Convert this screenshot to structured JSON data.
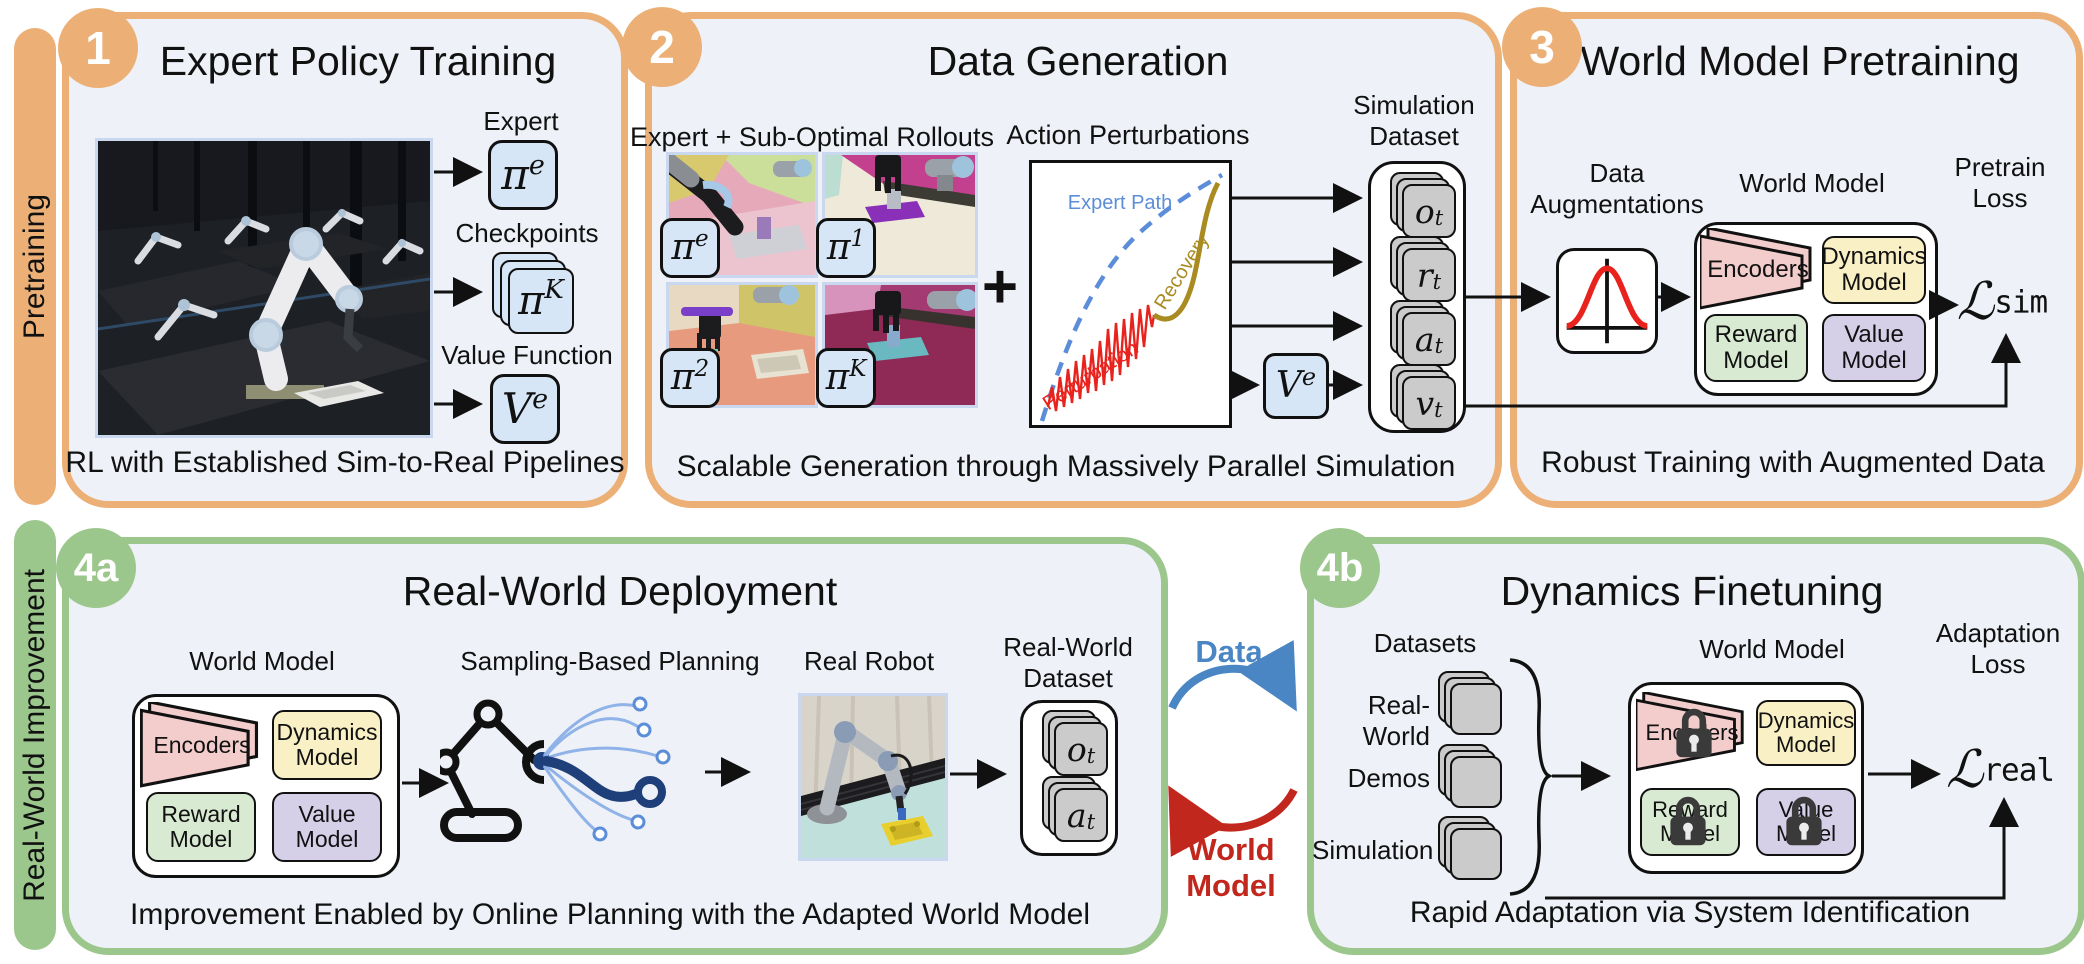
{
  "colors": {
    "panel_fill": "#eef1f7",
    "orange": "#ecb077",
    "green": "#9cc78c",
    "chip_blue": "#d6e6f6",
    "box_pink": "#f2cdcb",
    "box_yellow": "#faf0c5",
    "box_green": "#d9ead3",
    "box_purple": "#d5cfe8",
    "grey_item": "#cbcbcb",
    "expert_path_blue": "#5b8dd9",
    "recovery_gold": "#a98b21",
    "perturbation_red": "#e8231d",
    "cycle_blue": "#4a86c4",
    "cycle_red": "#c2271d"
  },
  "sidebar": {
    "top": "Pretraining",
    "bottom": "Real-World Improvement"
  },
  "cycle": {
    "data": "Data",
    "world_model": "World\nModel"
  },
  "world_model": {
    "encoders": "Encoders",
    "dynamics": "Dynamics\nModel",
    "reward": "Reward\nModel",
    "value": "Value\nModel"
  },
  "panel1": {
    "badge": "1",
    "title": "Expert Policy Training",
    "caption": "RL with Established Sim-to-Real Pipelines",
    "outputs": [
      {
        "label": "Expert",
        "sym": "π",
        "sup": "e"
      },
      {
        "label": "Checkpoints",
        "sym": "π",
        "sup": "K"
      },
      {
        "label": "Value Function",
        "sym": "V",
        "sup": "e"
      }
    ]
  },
  "panel2": {
    "badge": "2",
    "title": "Data Generation",
    "caption": "Scalable Generation through Massively Parallel Simulation",
    "rollouts_label": "Expert + Sub-Optimal Rollouts",
    "plus": "+",
    "perturb_label": "Action Perturbations",
    "plot": {
      "expert_path": "Expert Path",
      "recovery": "Recovery",
      "perturbation": "Perturbation"
    },
    "chips": [
      {
        "sym": "π",
        "sup": "e"
      },
      {
        "sym": "π",
        "sup": "1"
      },
      {
        "sym": "π",
        "sup": "2"
      },
      {
        "sym": "π",
        "sup": "K"
      }
    ],
    "value_chip": {
      "sym": "V",
      "sup": "e"
    },
    "dataset_label": "Simulation\nDataset",
    "items": [
      {
        "sym": "o",
        "sub": "t"
      },
      {
        "sym": "r",
        "sub": "t"
      },
      {
        "sym": "a",
        "sub": "t"
      },
      {
        "sym": "v",
        "sub": "t"
      }
    ]
  },
  "panel3": {
    "badge": "3",
    "title": "World Model Pretraining",
    "caption": "Robust Training with Augmented Data",
    "aug_label": "Data\nAugmentations",
    "wm_label": "World Model",
    "loss_label": "Pretrain\nLoss",
    "loss": {
      "script": "ℒ",
      "sup": "sim"
    }
  },
  "panel4a": {
    "badge": "4a",
    "title": "Real-World Deployment",
    "caption": "Improvement Enabled by Online Planning with the Adapted World Model",
    "wm_label": "World Model",
    "planning_label": "Sampling-Based Planning",
    "robot_label": "Real Robot",
    "dataset_label": "Real-World\nDataset",
    "items": [
      {
        "sym": "o",
        "sub": "t"
      },
      {
        "sym": "a",
        "sub": "t"
      }
    ]
  },
  "panel4b": {
    "badge": "4b",
    "title": "Dynamics Finetuning",
    "caption": "Rapid Adaptation via System Identification",
    "datasets_label": "Datasets",
    "rows": [
      "Real-World",
      "Demos",
      "Simulation"
    ],
    "wm_label": "World Model",
    "loss_label": "Adaptation\nLoss",
    "loss": {
      "script": "ℒ",
      "sup": "real"
    }
  }
}
